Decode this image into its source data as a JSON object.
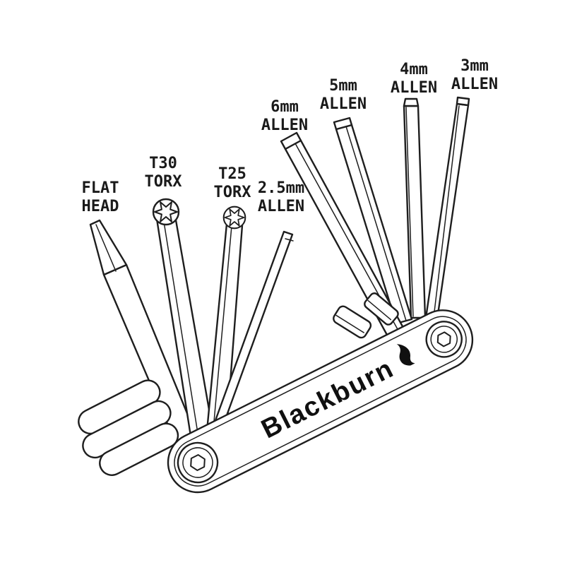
{
  "brand": {
    "name": "Blackburn"
  },
  "labels": [
    {
      "id": "flat-head",
      "line1": "FLAT",
      "line2": "HEAD"
    },
    {
      "id": "t30-torx",
      "line1": "T30",
      "line2": "TORX"
    },
    {
      "id": "t25-torx",
      "line1": "T25",
      "line2": "TORX"
    },
    {
      "id": "allen-2-5mm",
      "line1": "2.5mm",
      "line2": "ALLEN"
    },
    {
      "id": "allen-6mm",
      "line1": "6mm",
      "line2": "ALLEN"
    },
    {
      "id": "allen-5mm",
      "line1": "5mm",
      "line2": "ALLEN"
    },
    {
      "id": "allen-4mm",
      "line1": "4mm",
      "line2": "ALLEN"
    },
    {
      "id": "allen-3mm",
      "line1": "3mm",
      "line2": "ALLEN"
    }
  ],
  "colors": {
    "line": "#1e1e1e",
    "fill": "#ffffff",
    "label_text": "#1a1a1a"
  }
}
